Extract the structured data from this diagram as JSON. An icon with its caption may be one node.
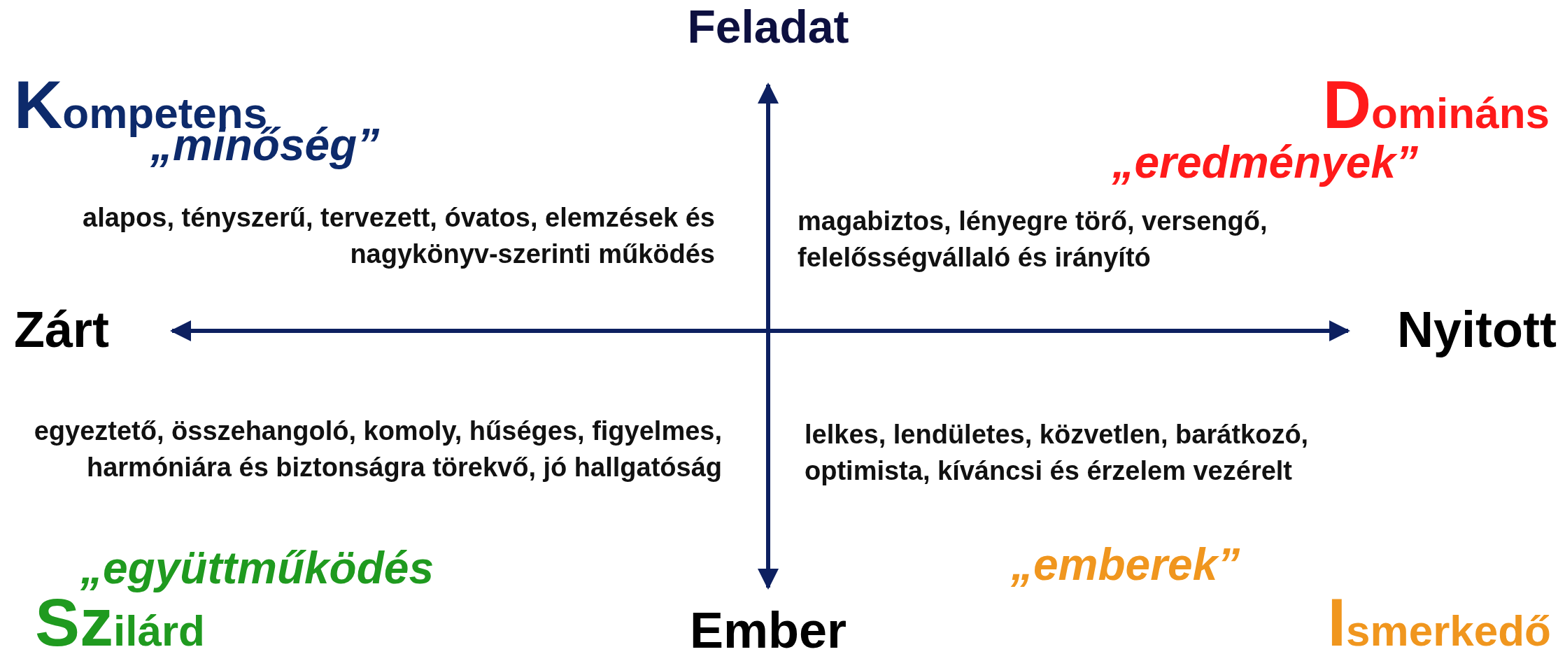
{
  "diagram": {
    "nodes": [
      {
        "text": [
          "Feladat"
        ]
      },
      {
        "text": [
          "Zárt"
        ]
      },
      {
        "text": [
          "Nyitott"
        ]
      },
      {
        "text": [
          "Ember"
        ]
      }
    ],
    "edges": [
      {
        "from": 1,
        "to": 2,
        "arrow": "both"
      },
      {
        "from": 0,
        "to": 3,
        "arrow": "both"
      }
    ],
    "labels": [
      "Kompetens",
      "„minőség”",
      "Domináns",
      "„eredmények”",
      "alapos, tényszerű, tervezett, óvatos, elemzések és nagykönyv-szerinti működés",
      "magabiztos, lényegre törő, versengő, felelősségvállaló és irányító",
      "egyeztető, összehangoló, komoly, hűséges, figyelmes, harmóniára és biztonságra törekvő, jó hallgatóság",
      "lelkes, lendületes, közvetlen, barátkozó, optimista, kíváncsi és érzelem vezérelt",
      "„együttműködés",
      "„emberek”",
      "Szilárd",
      "Ismerkedő"
    ]
  }
}
